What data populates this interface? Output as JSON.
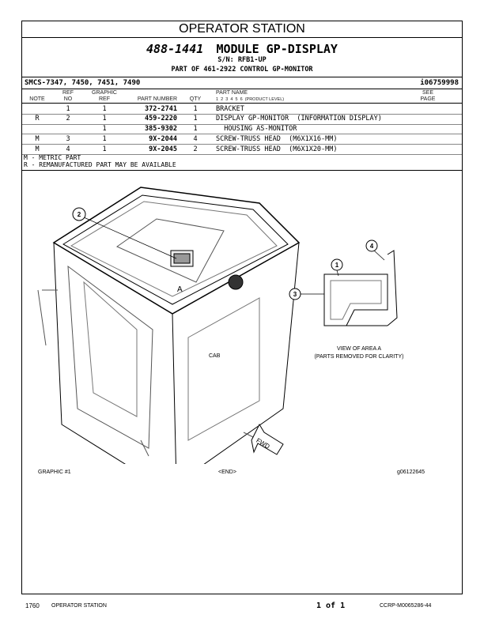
{
  "section_title": "OPERATOR STATION",
  "module": {
    "part_number": "488-1441",
    "name": "MODULE GP-DISPLAY",
    "serial": "S/N: RFB1-UP",
    "part_of": "PART OF 461-2922 CONTROL GP-MONITOR"
  },
  "smcs": "SMCS-7347, 7450, 7451, 7490",
  "doc_id": "i06759998",
  "columns": {
    "note": "NOTE",
    "ref_no_1": "REF",
    "ref_no_2": "NO",
    "graphic_ref_1": "GRAPHIC",
    "graphic_ref_2": "REF",
    "part_number": "PART NUMBER",
    "qty": "QTY",
    "part_name_1": "PART NAME",
    "part_name_2": "1  2  3  4  5  6  (PRODUCT LEVEL)",
    "see_page_1": "SEE",
    "see_page_2": "PAGE"
  },
  "rows": [
    {
      "note": "",
      "ref_no": "1",
      "graphic_ref": "1",
      "part_number": "372-2741",
      "qty": "1",
      "part_name": "BRACKET"
    },
    {
      "note": "R",
      "ref_no": "2",
      "graphic_ref": "1",
      "part_number": "459-2220",
      "qty": "1",
      "part_name": "DISPLAY GP-MONITOR  (INFORMATION DISPLAY)"
    },
    {
      "note": "",
      "ref_no": "",
      "graphic_ref": "1",
      "part_number": "385-9302",
      "qty": "1",
      "part_name": "  HOUSING AS-MONITOR"
    },
    {
      "note": "M",
      "ref_no": "3",
      "graphic_ref": "1",
      "part_number": "9X-2044",
      "qty": "4",
      "part_name": "SCREW-TRUSS HEAD  (M6X1X16-MM)"
    },
    {
      "note": "M",
      "ref_no": "4",
      "graphic_ref": "1",
      "part_number": "9X-2045",
      "qty": "2",
      "part_name": "SCREW-TRUSS HEAD  (M6X1X20-MM)"
    }
  ],
  "notes": [
    "M - METRIC PART",
    "R - REMANUFACTURED PART MAY BE AVAILABLE"
  ],
  "illustration": {
    "callouts": [
      "1",
      "2",
      "3",
      "4"
    ],
    "label_a": "A",
    "label_cab": "CAB",
    "label_fwd": "FWD",
    "view_caption_1": "VIEW OF AREA A",
    "view_caption_2": "(PARTS REMOVED FOR CLARITY)",
    "graphic_label": "GRAPHIC #1",
    "end_label": "<END>",
    "graphic_id": "g06122645"
  },
  "footer": {
    "page_number": "1760",
    "section": "OPERATOR STATION",
    "pagination": "1 of 1",
    "doc_code": "CCRP-M0065286-44"
  }
}
